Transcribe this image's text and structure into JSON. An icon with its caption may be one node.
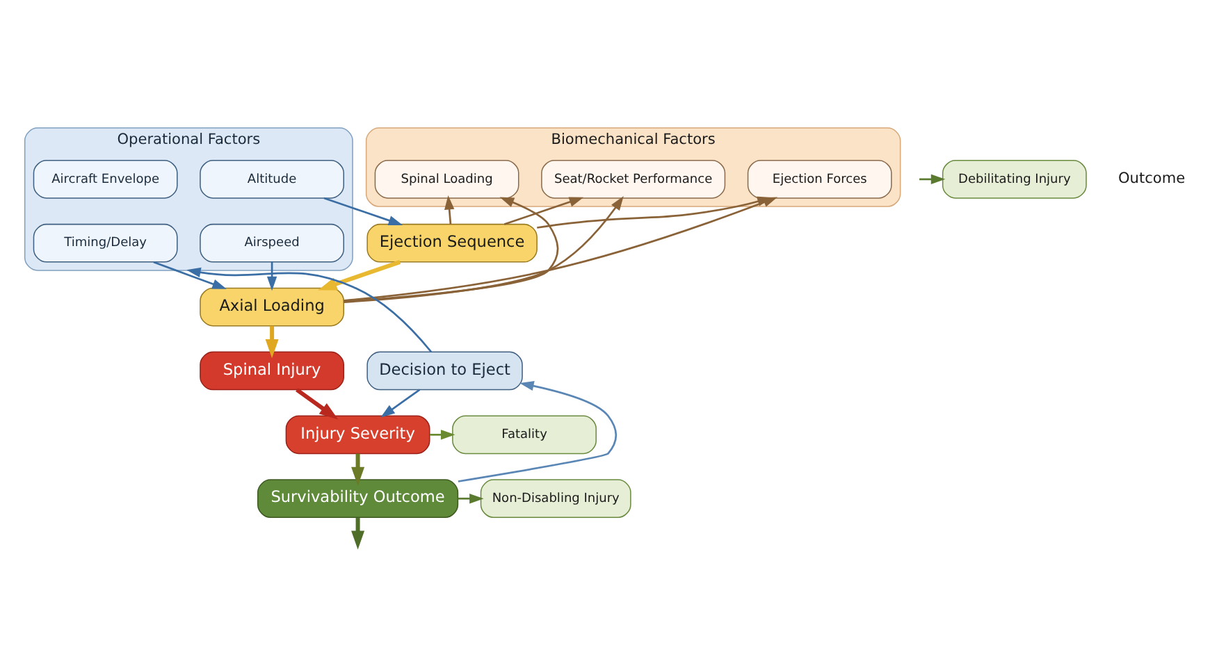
{
  "diagram": {
    "nodes": [
      {
        "text": [
          "Operational Factors"
        ]
      },
      {
        "text": [
          "Altitude"
        ],
        "in": 0
      },
      {
        "text": [
          "Airspeed"
        ],
        "in": 0
      },
      {
        "text": [
          "Timing/Delay"
        ],
        "in": 0
      },
      {
        "text": [
          "Aircraft Envelope"
        ],
        "in": 0
      },
      {
        "text": [
          "Ejection Sequence"
        ]
      },
      {
        "text": [
          "Biomechanical Factors"
        ]
      },
      {
        "text": [
          "Ejection Forces"
        ],
        "in": 6
      },
      {
        "text": [
          "Seat/Rocket Performance"
        ],
        "in": 6
      },
      {
        "text": [
          "Spinal Loading"
        ],
        "in": 6
      },
      {
        "text": [
          "Axial Loading"
        ]
      },
      {
        "text": [
          "Spinal Injury"
        ]
      },
      {
        "text": [
          "Decision to Eject"
        ]
      },
      {
        "text": [
          "Injury Severity"
        ]
      },
      {
        "text": [
          "Survivability Outcome"
        ]
      },
      {
        "text": [
          "Fatality"
        ]
      },
      {
        "text": [
          "Debilitating Injury"
        ]
      },
      {
        "text": [
          "Non-Disabling Injury"
        ]
      }
    ],
    "edges": [
      {
        "from": 1,
        "to": 5,
        "arrow": "to",
        "color": "#3a6ea5"
      },
      {
        "from": 2,
        "to": 10,
        "arrow": "to",
        "color": "#3a6ea5"
      },
      {
        "from": 3,
        "to": 10,
        "arrow": "to",
        "color": "#3a6ea5"
      },
      {
        "from": 5,
        "to": 10,
        "arrow": "to",
        "color": "#e8b830",
        "style": "thick"
      },
      {
        "from": 5,
        "to": 7,
        "arrow": "to",
        "color": "#8a6238"
      },
      {
        "from": 5,
        "to": 8,
        "arrow": "to",
        "color": "#8a6238"
      },
      {
        "from": 5,
        "to": 9,
        "arrow": "to",
        "color": "#8a6238"
      },
      {
        "from": 10,
        "to": 7,
        "arrow": "to",
        "color": "#8a6238"
      },
      {
        "from": 10,
        "to": 8,
        "arrow": "to",
        "color": "#8a6238"
      },
      {
        "from": 10,
        "to": 9,
        "arrow": "to",
        "color": "#8a6238"
      },
      {
        "from": 10,
        "to": 11,
        "arrow": "to",
        "color": "#e0a820",
        "style": "thick"
      },
      {
        "from": 11,
        "to": 13,
        "arrow": "to",
        "color": "#b8281e",
        "style": "thick"
      },
      {
        "from": 12,
        "to": 13,
        "arrow": "to",
        "color": "#3a6ea5"
      },
      {
        "from": 12,
        "to": 0,
        "arrow": "to",
        "color": "#3a6ea5"
      },
      {
        "from": 13,
        "to": 14,
        "arrow": "to",
        "color": "#6a7a26",
        "style": "thick"
      },
      {
        "from": 13,
        "to": 15,
        "arrow": "to",
        "color": "#6a8a30"
      },
      {
        "from": null,
        "to": 16,
        "arrow": "to",
        "color": "#5a7a30"
      },
      {
        "from": 14,
        "to": 17,
        "arrow": "to",
        "color": "#5a7a30"
      },
      {
        "from": 14,
        "to": 12,
        "arrow": "to",
        "color": "#5a86b5"
      },
      {
        "from": 14,
        "to": null,
        "arrow": "to",
        "color": "#4e6e2a",
        "style": "thick"
      }
    ],
    "labels": [
      "Outcome"
    ]
  }
}
